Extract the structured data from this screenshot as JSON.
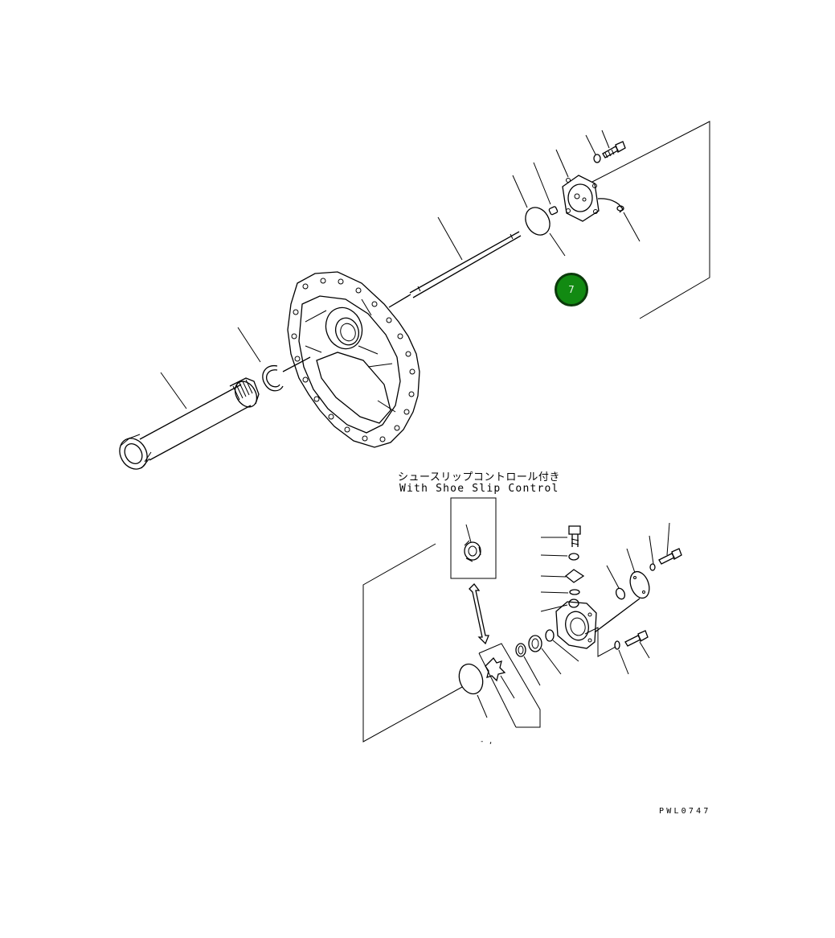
{
  "captions": {
    "option_jp": "シュースリップコントロール付き",
    "option_en": "With Shoe Slip Control"
  },
  "figure_code": "PWL0747",
  "callout": {
    "number": "7",
    "color": "#128a12"
  }
}
